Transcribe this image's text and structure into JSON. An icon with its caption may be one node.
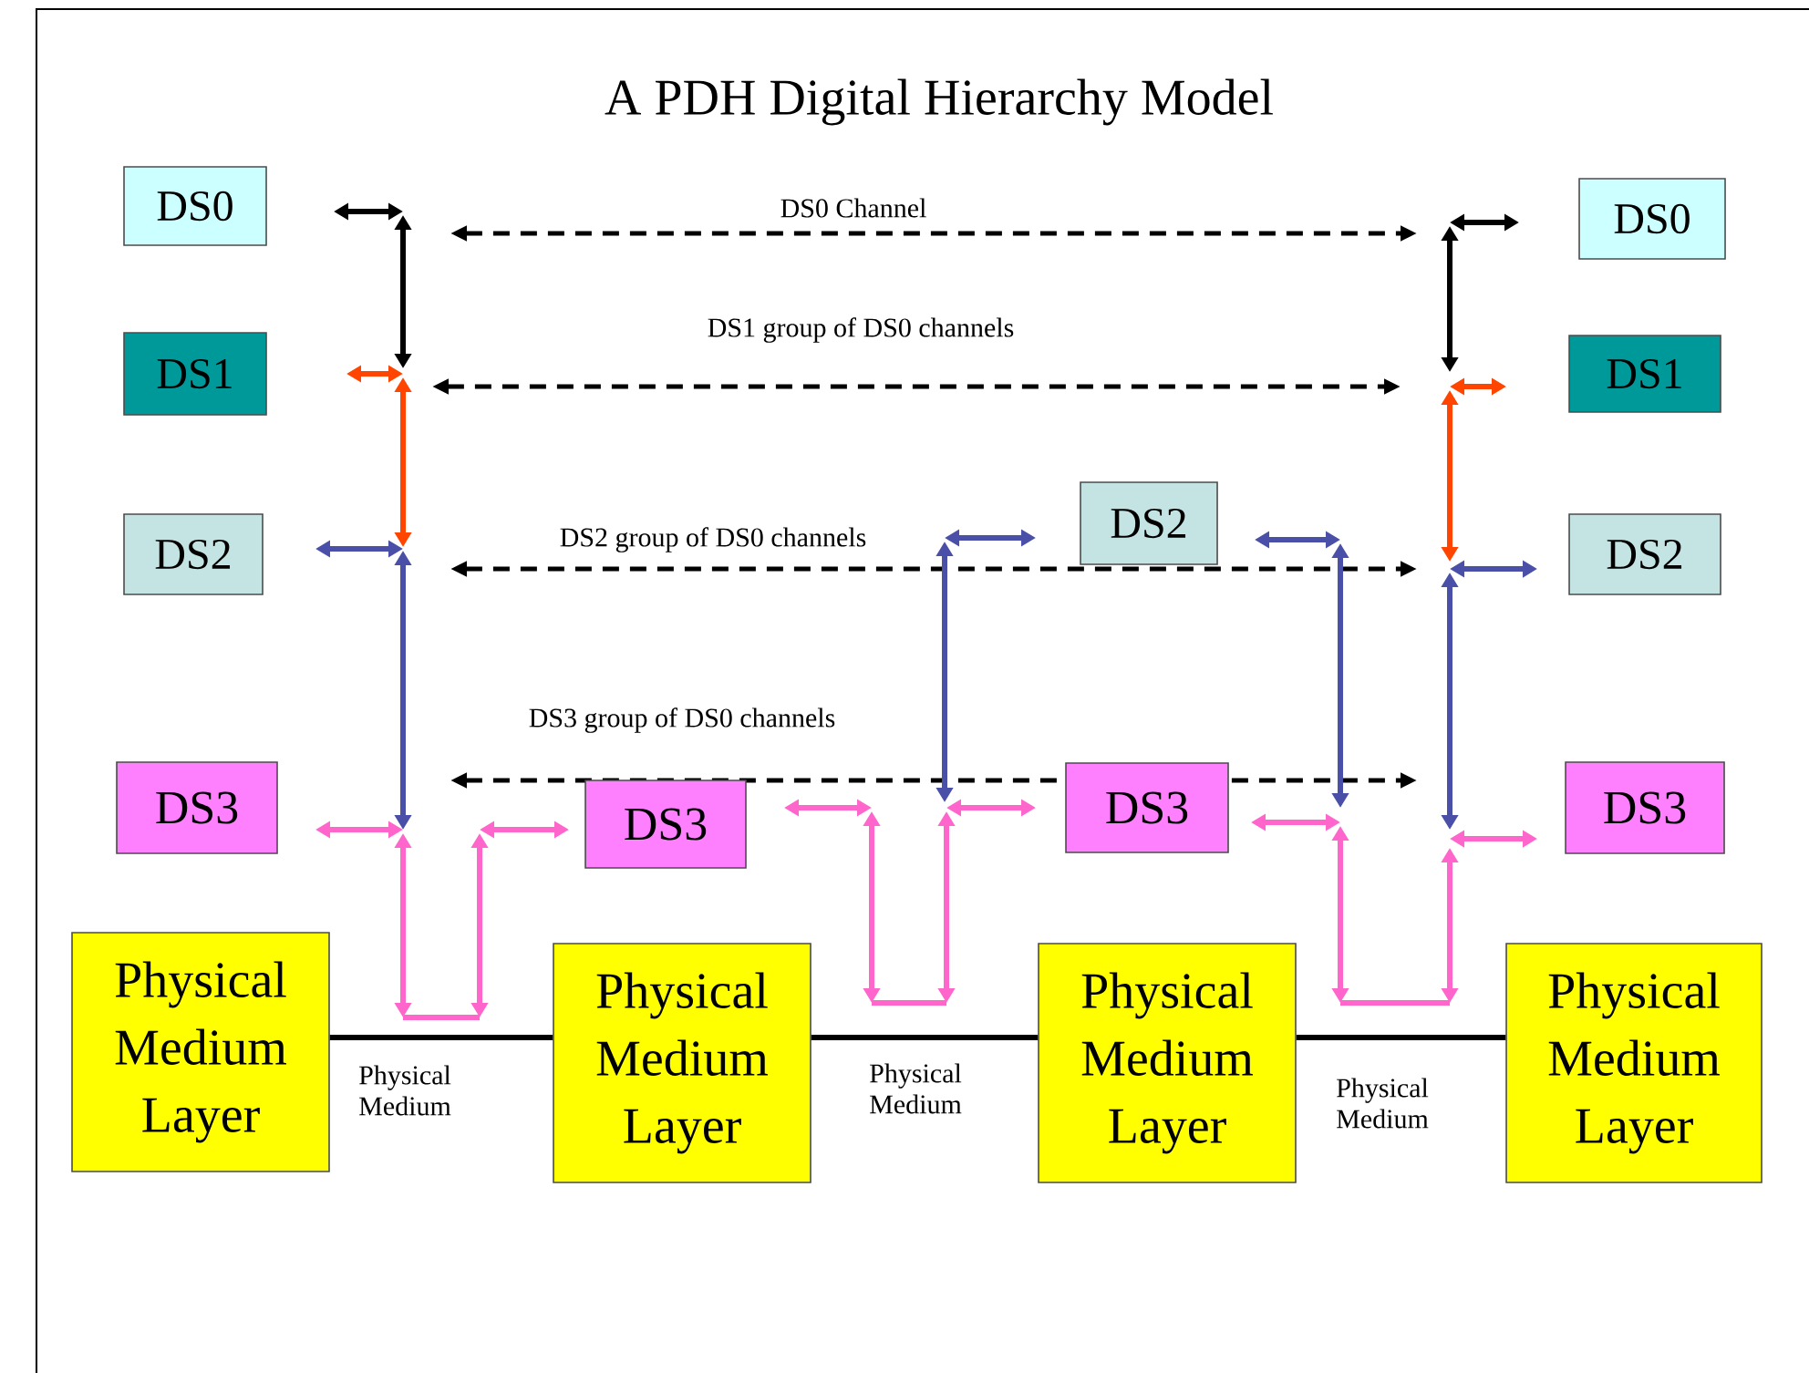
{
  "diagram": {
    "title": "A PDH Digital Hierarchy Model",
    "nodes": [
      {
        "text": [
          "DS0"
        ]
      },
      {
        "text": [
          "DS0"
        ]
      },
      {
        "text": [
          "DS1"
        ]
      },
      {
        "text": [
          "DS1"
        ]
      },
      {
        "text": [
          "DS2"
        ]
      },
      {
        "text": [
          "DS2"
        ]
      },
      {
        "text": [
          "DS2"
        ]
      },
      {
        "text": [
          "DS3"
        ]
      },
      {
        "text": [
          "DS3"
        ]
      },
      {
        "text": [
          "DS3"
        ]
      },
      {
        "text": [
          "DS3"
        ]
      },
      {
        "text": [
          "Physical Medium Layer"
        ]
      },
      {
        "text": [
          "Physical Medium Layer"
        ]
      },
      {
        "text": [
          "Physical Medium Layer"
        ]
      },
      {
        "text": [
          "Physical Medium Layer"
        ]
      }
    ],
    "edges": [
      {
        "from": 11,
        "to": 12,
        "arrow": "none",
        "label": "Physical Medium"
      },
      {
        "from": 12,
        "to": 13,
        "arrow": "none",
        "label": "Physical Medium"
      },
      {
        "from": 13,
        "to": 14,
        "arrow": "none",
        "label": "Physical Medium"
      }
    ],
    "labels": [
      "DS0 Channel",
      "DS1 group of DS0 channels",
      "DS2 group of DS0 channels",
      "DS3 group of DS0 channels"
    ]
  }
}
